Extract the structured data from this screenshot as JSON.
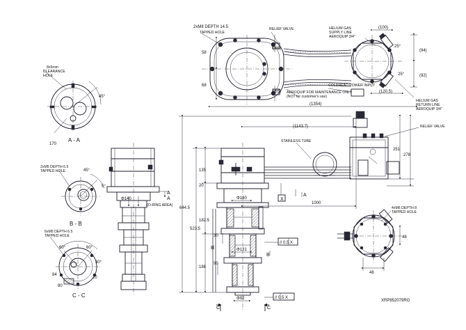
{
  "labels": {
    "top_thread": "2xM8 DEPTH 14.5",
    "tapped_hole": "TAPPED HOLE",
    "relief_valve": "RELIEF VALVE",
    "helium_gas": "HELIUM GAS",
    "supply_line": "SUPPLY LINE",
    "return_line": "RETURN LINE",
    "aeroquip_34": "AEROQUIP 3/4\"",
    "coldhead_power": "COLDHEAD POWER INPUT",
    "aeroquip_maint": "AEROQUIP FOR MAINTENANCE ONLY",
    "aeroquip_maint2": "(NOT for customer's use)",
    "aa_thread": "8x5mm",
    "clearance": "CLEARANCE",
    "hole": "HOLE",
    "bb_thread": "2xM5 DEPTH 6.5",
    "cc_thread": "6xM5 DEPTH 6.5",
    "br_thread": "4xM6 DEPTH 8",
    "oring_area": "(O-RING AREA)",
    "stainless": "STAINLESS TUBE"
  },
  "dims": {
    "d100": "(100)",
    "phi5": "(Φ5)",
    "d58": "58",
    "d68": "68",
    "angle_25": "25°",
    "d94": "(94)",
    "d92": "(92)",
    "d120_5": "(120.5)",
    "d1354": "(1354)",
    "angle_45": "45°",
    "angle_5": "5°",
    "angle_60": "60°",
    "angle_30": "30°",
    "d170": "170",
    "d84": "84",
    "d20": "20",
    "d80": "80",
    "phi140": "Φ140",
    "d1143_7": "(1143.7)",
    "d251": "251",
    "d278": "278",
    "d1000": "1000",
    "d644_5": "644.5",
    "d523_5": "523.5",
    "d135": "135",
    "d182_5": "182.5",
    "d186": "186",
    "phi180": "Φ180",
    "phi131": "Φ131",
    "phi92": "Φ92",
    "d30": "30",
    "d90": "90",
    "d48": "48"
  },
  "sections": {
    "aa": "A - A",
    "bb": "B - B",
    "cc": "C - C",
    "a": "A",
    "b": "B",
    "c": "C",
    "x": "X"
  },
  "tolerance": {
    "fcf": "// 0.5 X"
  },
  "footer": {
    "drawing_no": "XRP852079RG"
  }
}
